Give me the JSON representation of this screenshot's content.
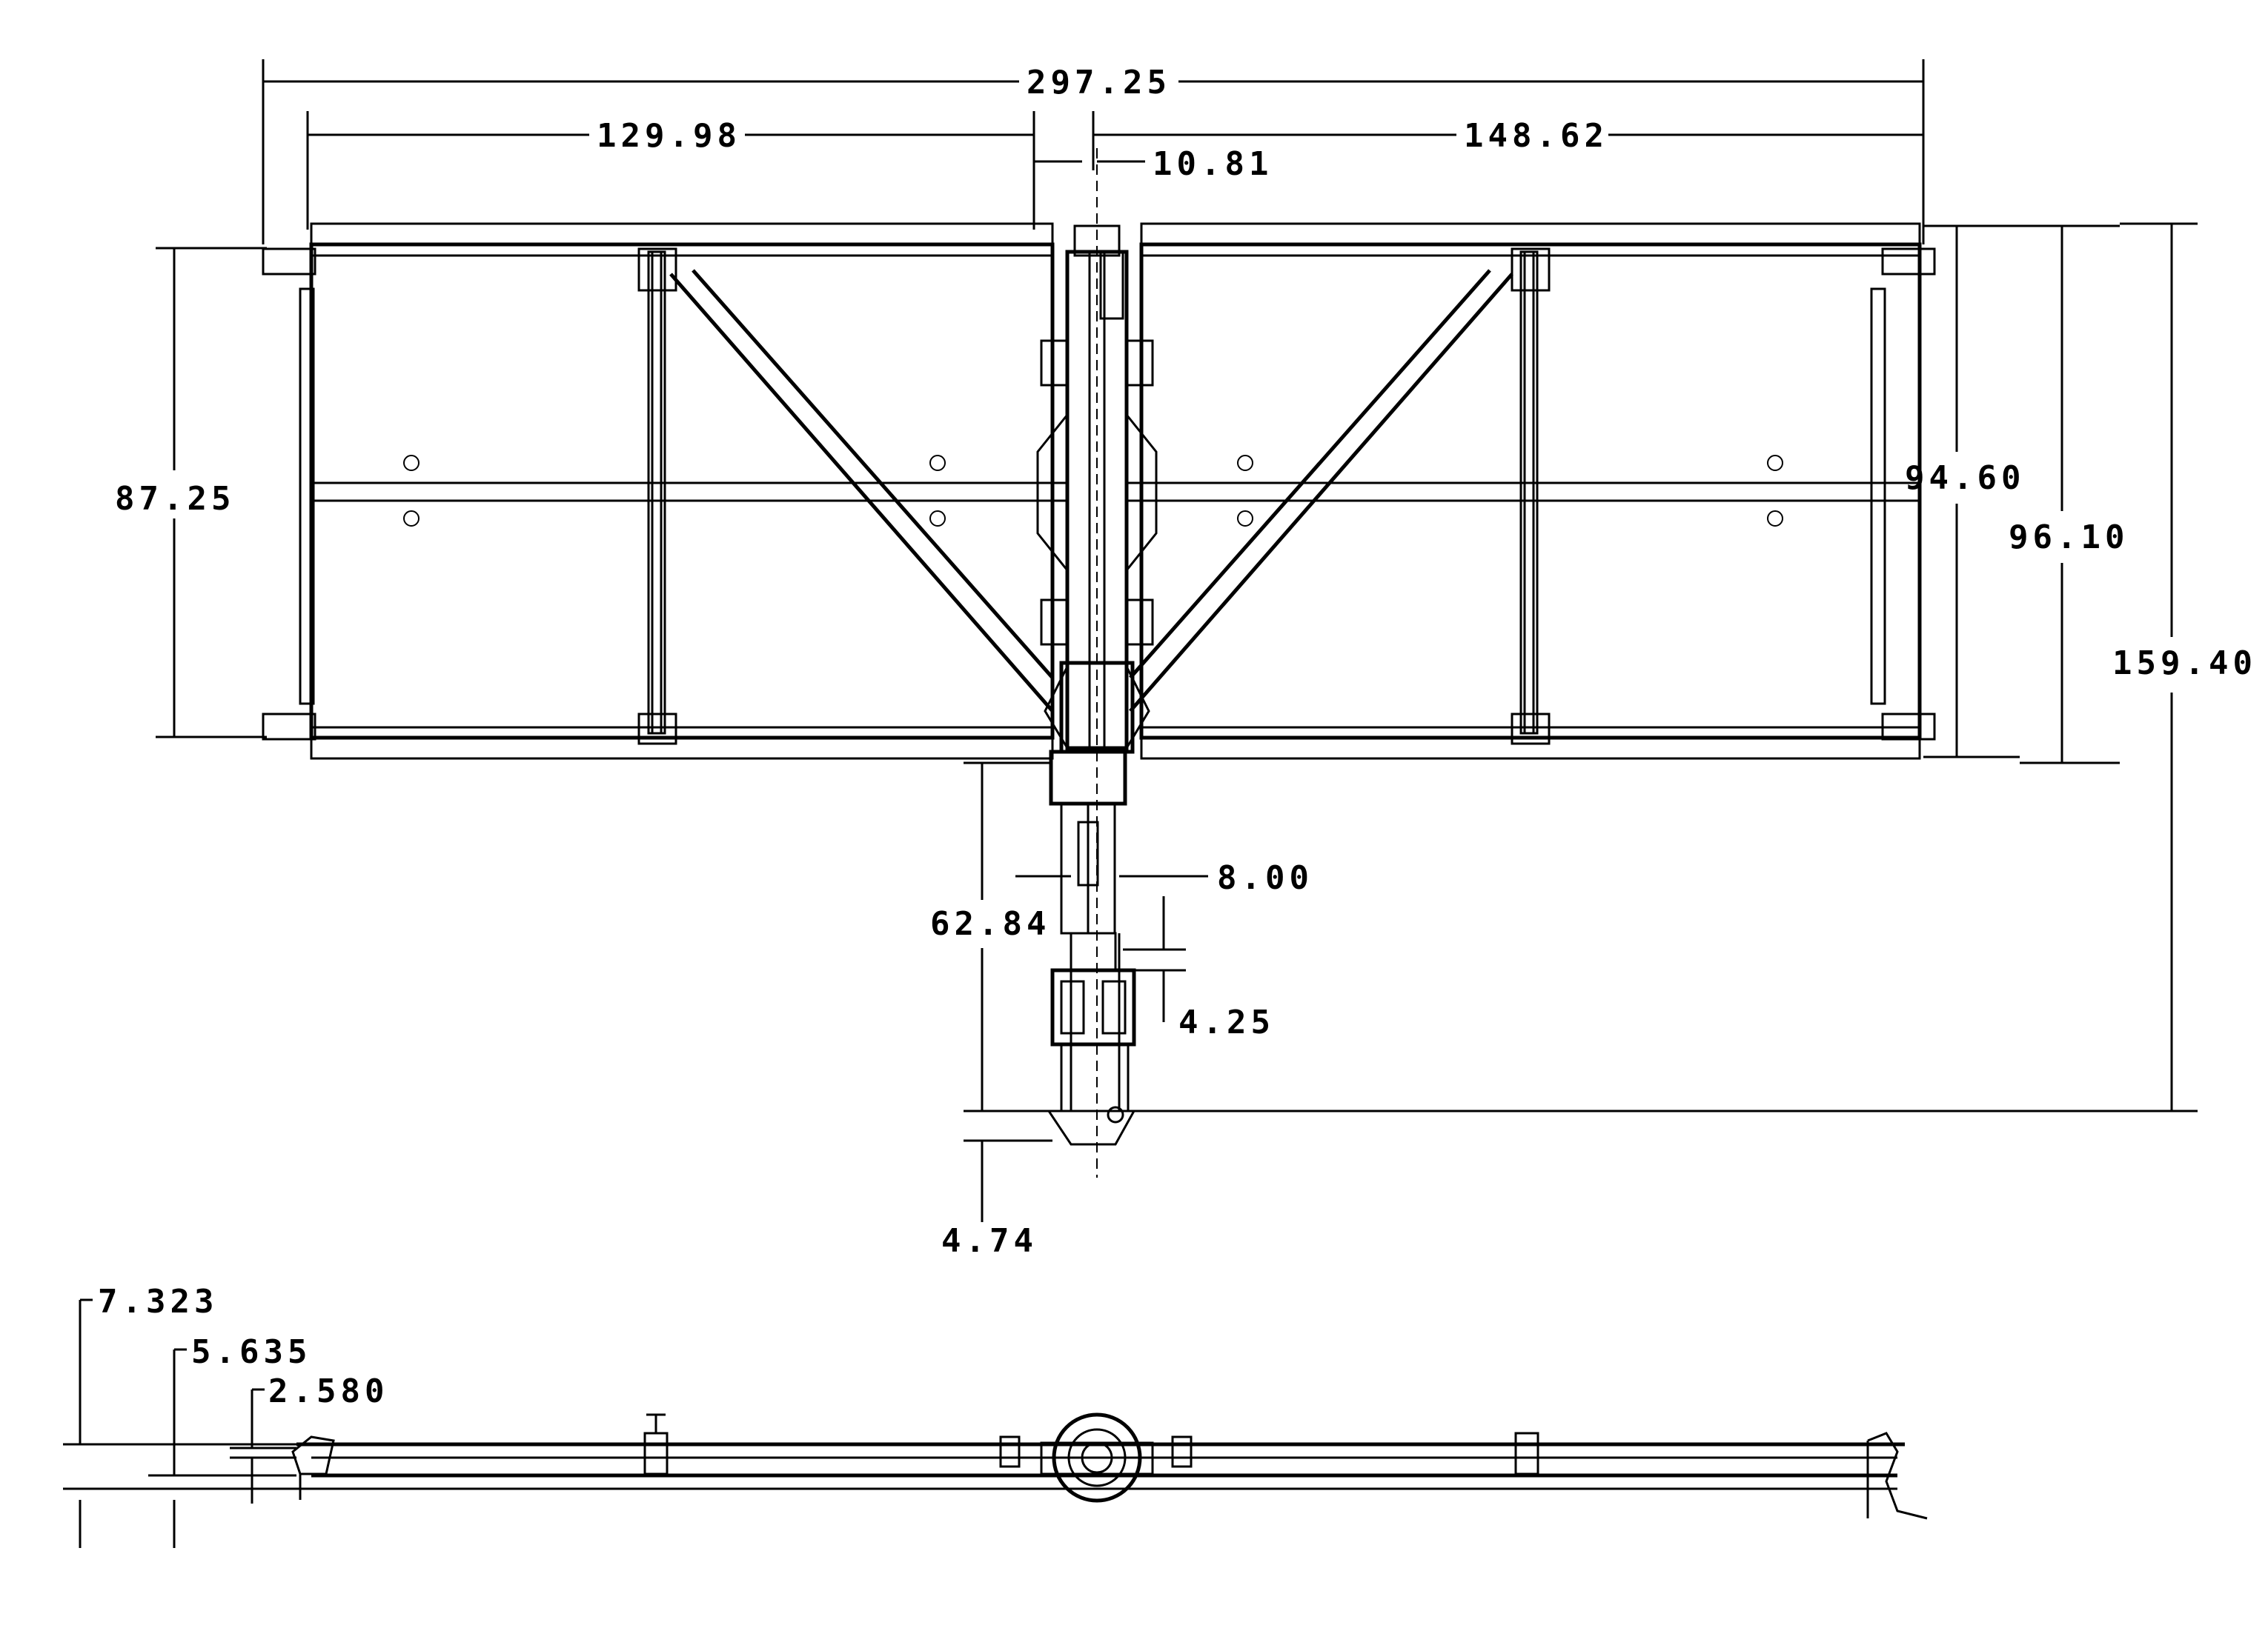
{
  "drawing": {
    "plan_view": {
      "dimensions": {
        "overall_width": "297.25",
        "left_span": "129.98",
        "right_span": "148.62",
        "center_offset": "10.81",
        "left_height": "87.25",
        "right_inner_height": "94.60",
        "right_outer_height": "96.10",
        "total_height": "159.40",
        "mast_length": "62.84",
        "mast_width": "8.00",
        "flange_gap": "4.25",
        "base_offset": "4.74"
      }
    },
    "elevation_view": {
      "dimensions": {
        "height_top": "7.323",
        "height_mid": "5.635",
        "height_low": "2.580"
      }
    }
  }
}
